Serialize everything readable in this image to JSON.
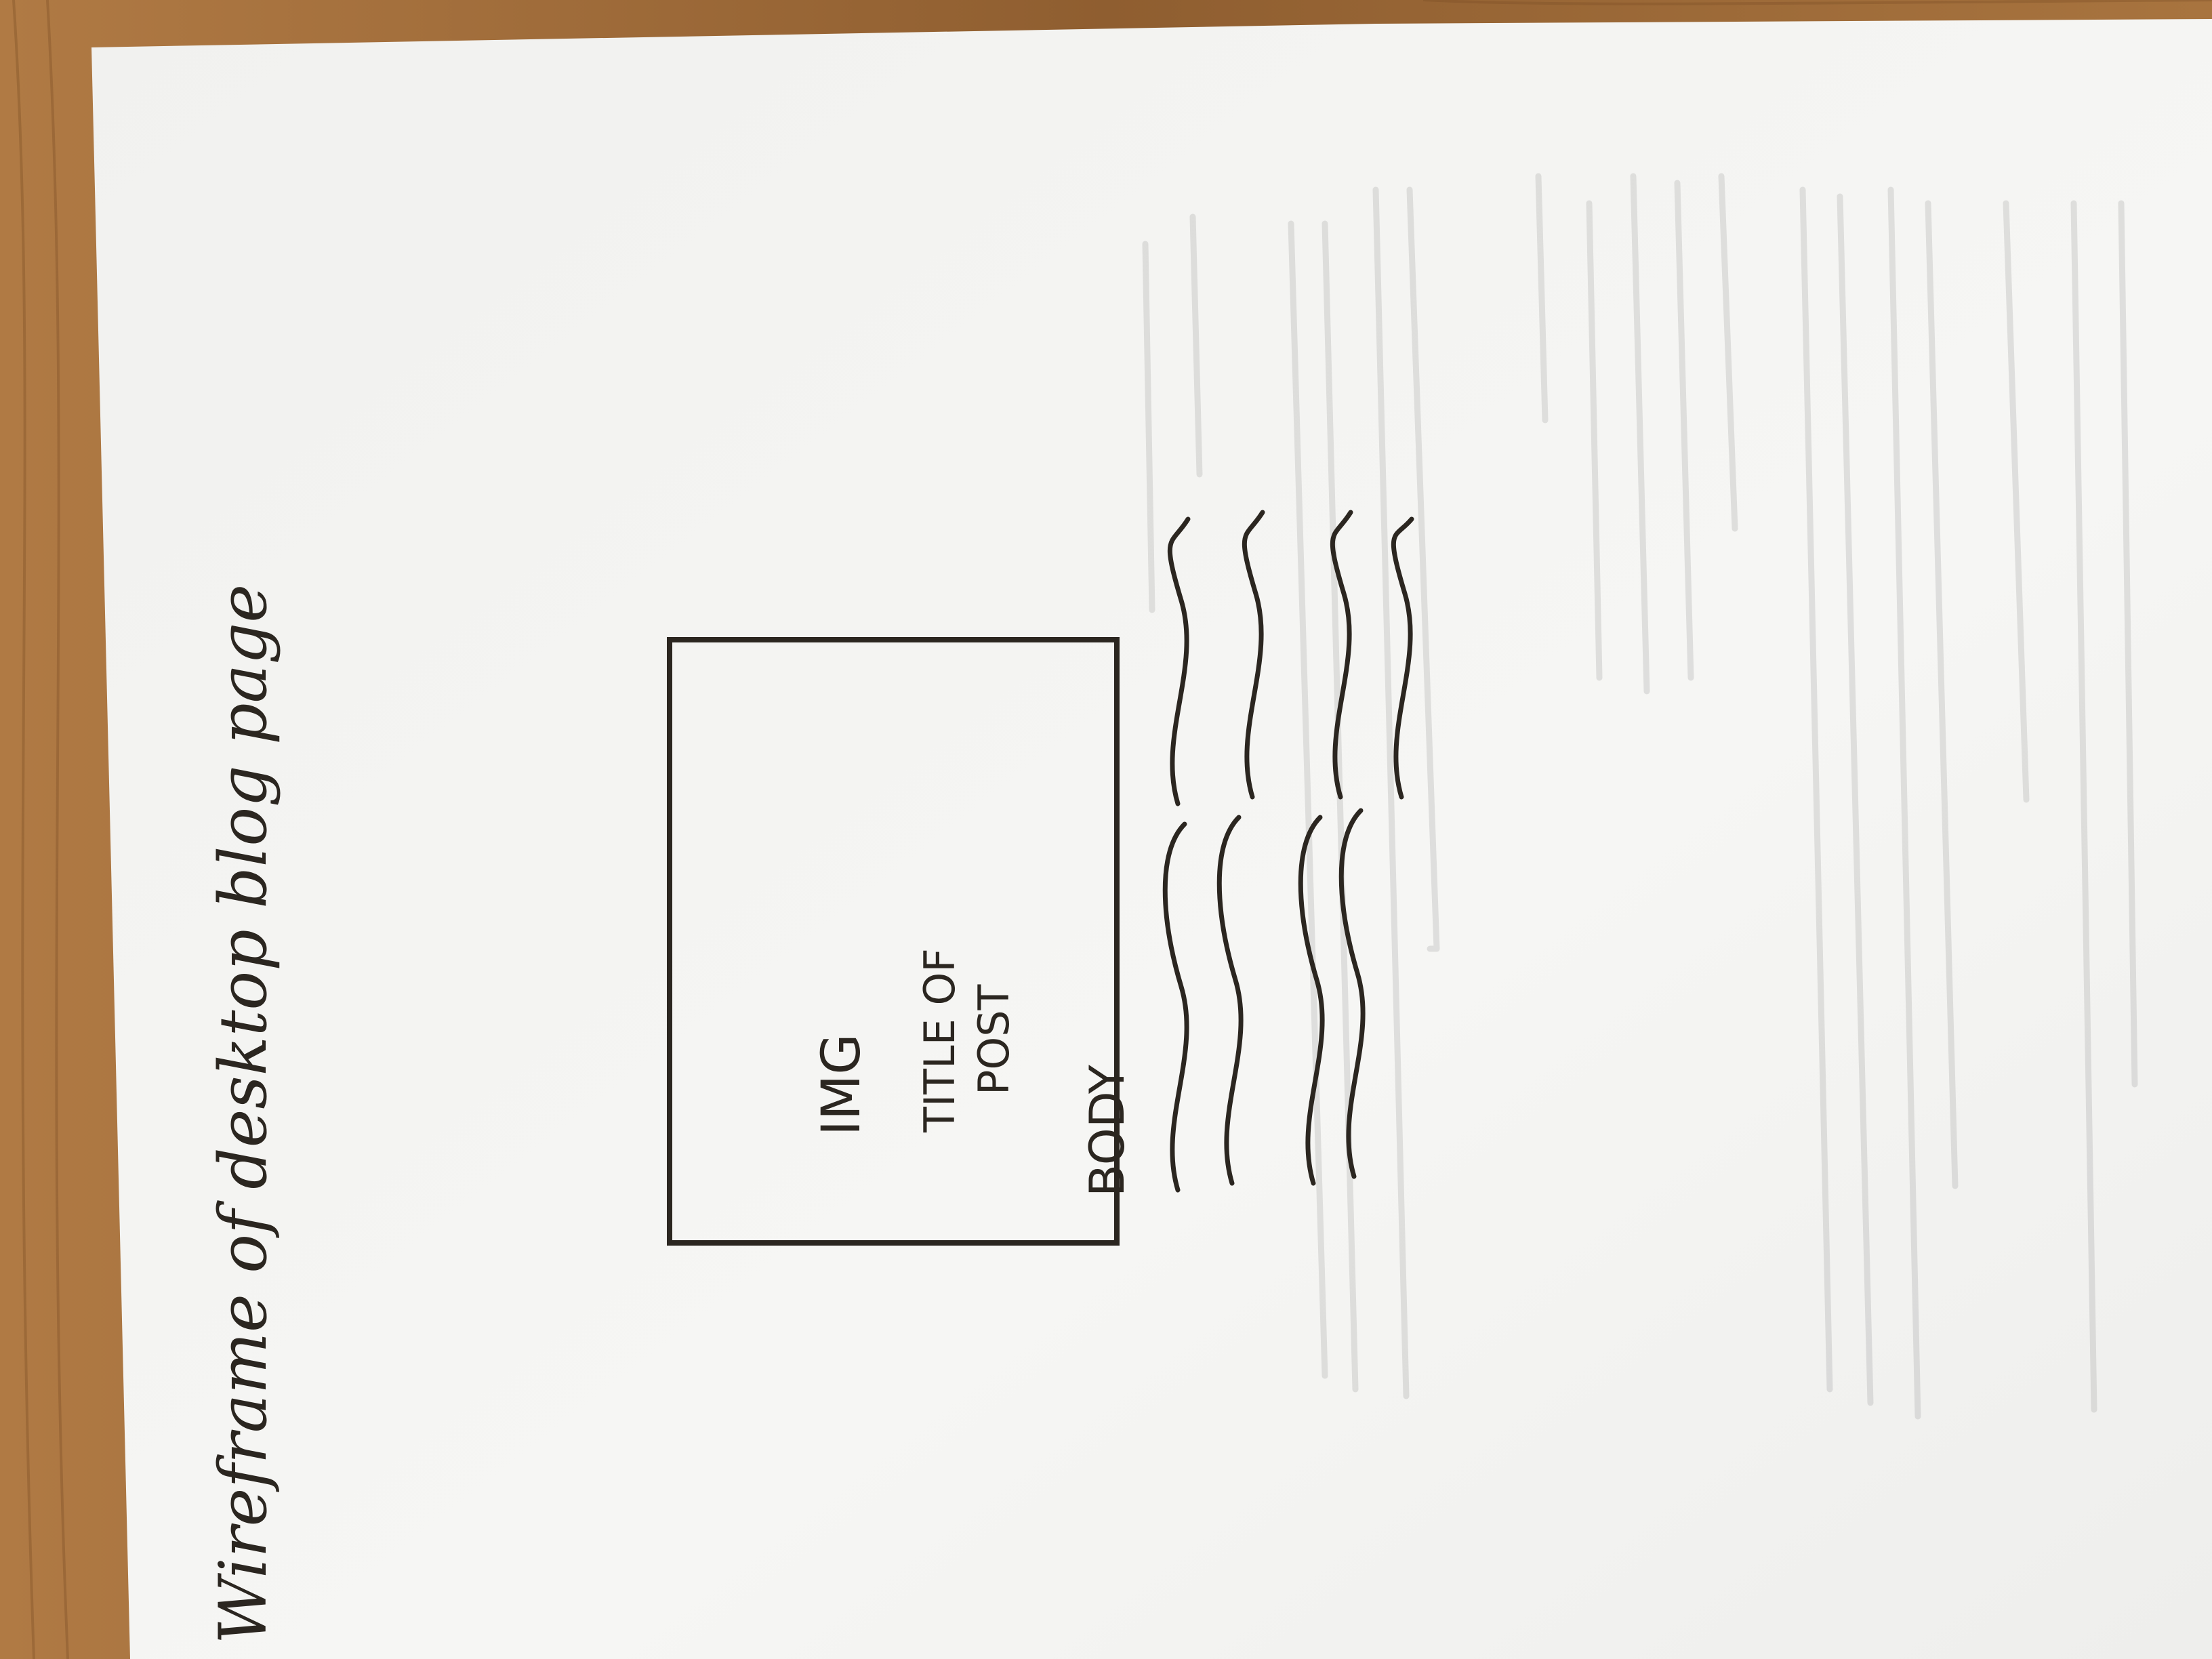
{
  "sketch": {
    "title": "Wireframe of desktop blog page",
    "image_placeholder": "IMG",
    "post_title_line1": "TITLE OF",
    "post_title_line2": "POST",
    "body_label": "BODY",
    "colors": {
      "table": "#9a6a3a",
      "paper": "#f4f4f2",
      "ink": "#2b2620",
      "print_bleed": "#8e8e8e"
    }
  }
}
